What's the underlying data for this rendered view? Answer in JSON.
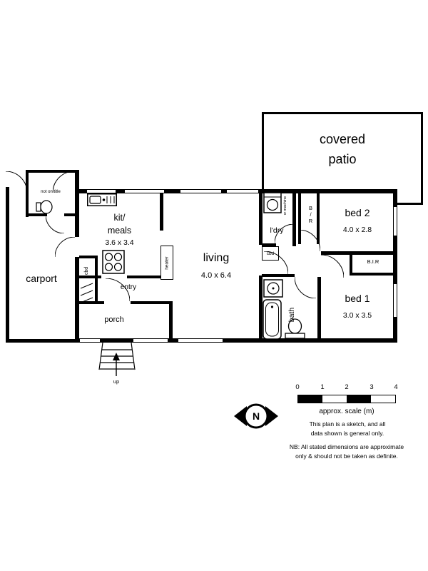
{
  "rooms": {
    "covered_patio": {
      "label": "covered\npatio"
    },
    "carport": {
      "label": "carport"
    },
    "kitchen": {
      "label": "kit/\nmeals",
      "dims": "3.6 x 3.4"
    },
    "living": {
      "label": "living",
      "dims": "4.0 x 6.4"
    },
    "laundry": {
      "label": "l'dry"
    },
    "bed2": {
      "label": "bed 2",
      "dims": "4.0 x 2.8"
    },
    "bed1": {
      "label": "bed 1",
      "dims": "3.0 x 3.5"
    },
    "bath": {
      "label": "bath"
    },
    "entry": {
      "label": "entry"
    },
    "porch": {
      "label": "porch"
    }
  },
  "annotations": {
    "not_on_title": "not on title",
    "up": "up",
    "heater": "heater",
    "cbd_entry": "cbd",
    "cbd_hall": "cbd",
    "bed2_robe": "B/R",
    "bed1_robe": "B.I.R",
    "washing_machine": "w machine",
    "north": "N"
  },
  "legend": {
    "scale_ticks": [
      "0",
      "1",
      "2",
      "3",
      "4"
    ],
    "scale_label": "approx. scale (m)",
    "sketch_note": "This plan is a sketch, and all\ndata shown is general only.",
    "nb_note": "NB: All stated dimensions are approximate\nonly & should not be taken as definite."
  },
  "colors": {
    "wall": "#000000",
    "paper": "#ffffff"
  }
}
